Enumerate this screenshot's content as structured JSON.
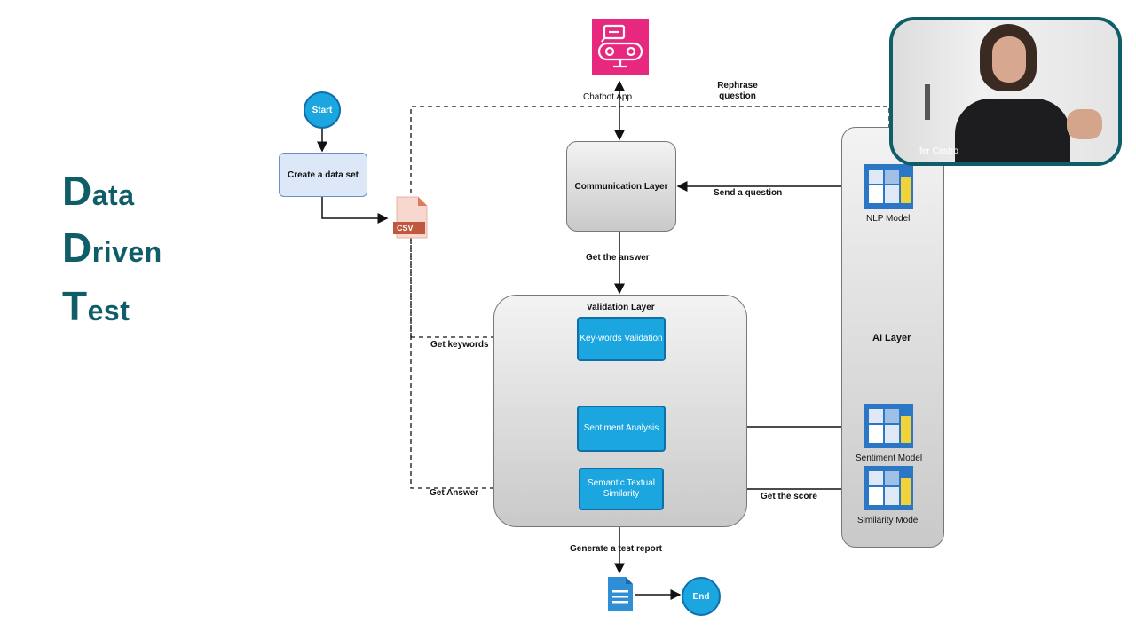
{
  "title": {
    "line1_cap": "D",
    "line1_rest": "ata",
    "line2_cap": "D",
    "line2_rest": "riven",
    "line3_cap": "T",
    "line3_rest": "est"
  },
  "colors": {
    "title": "#0f5d67",
    "accent_blue": "#1ba6df",
    "chatbot_pink": "#e8287f",
    "cube_yellow": "#f2d23b"
  },
  "nodes": {
    "start": "Start",
    "create_dataset": "Create a data set",
    "csv": "CSV",
    "chatbot_app": "Chatbot  App",
    "communication_layer": "Communication Layer",
    "validation_layer": "Validation Layer",
    "keywords_validation": "Key-words Validation",
    "sentiment_analysis": "Sentiment Analysis",
    "semantic_similarity": "Semantic Textual Similarity",
    "ai_layer": "AI Layer",
    "nlp_model": "NLP Model",
    "sentiment_model": "Sentiment Model",
    "similarity_model": "Similarity Model",
    "end": "End"
  },
  "edges": {
    "rephrase": "Rephrase question",
    "send_question": "Send a question",
    "get_answer_top": "Get the answer",
    "get_keywords": "Get keywords",
    "get_answer_dataset": "Get Answer",
    "get_score": "Get the score",
    "generate_report": "Generate a test report"
  },
  "video": {
    "speaker_name": "fer Castro"
  },
  "icons": {
    "chatbot": "robot-icon",
    "csv": "csv-file-icon",
    "report": "document-icon",
    "model": "model-cube-icon"
  }
}
